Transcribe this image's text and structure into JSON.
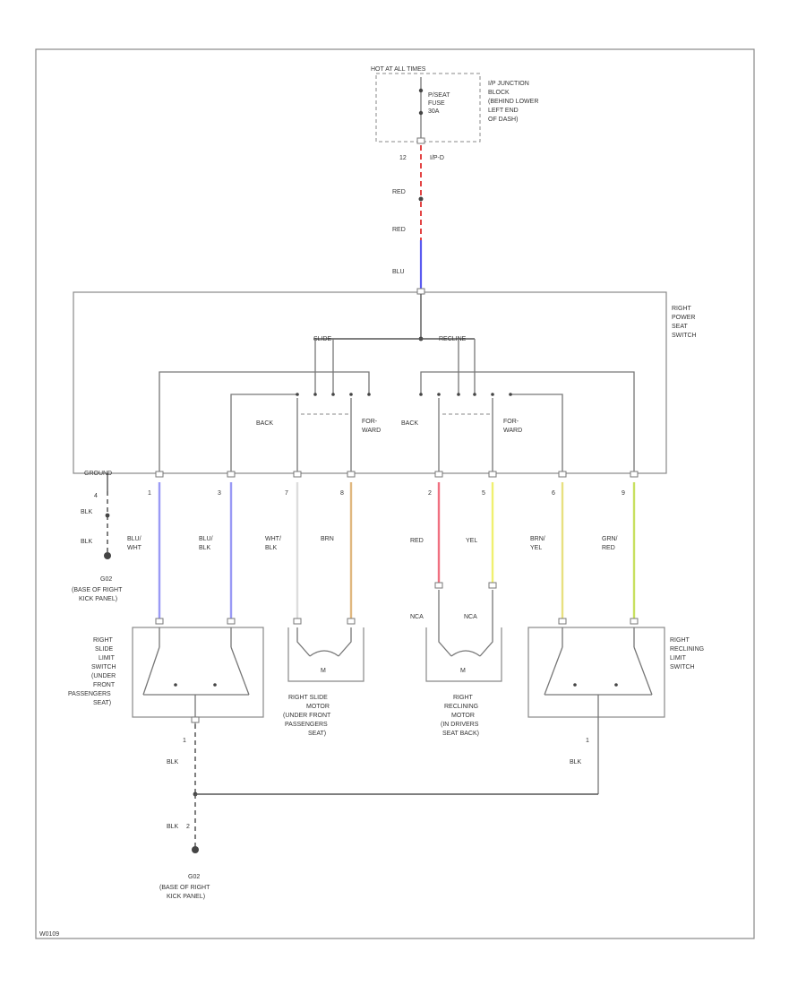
{
  "diagram": {
    "code": "W0109",
    "hot_at_all_times": "HOT AT ALL TIMES",
    "junction_block": [
      "I/P JUNCTION",
      "BLOCK",
      "(BEHIND LOWER",
      "LEFT END",
      "OF DASH)"
    ],
    "fuse": [
      "P/SEAT",
      "FUSE",
      "30A"
    ],
    "connector_pin": "12",
    "connector_name": "I/P-D",
    "power_seat_switch": [
      "RIGHT",
      "POWER",
      "SEAT",
      "SWITCH"
    ],
    "switch_sections": {
      "slide": "SLIDE",
      "recline": "RECLINE"
    },
    "switch_positions": {
      "back": "BACK",
      "forward": [
        "FOR-",
        "WARD"
      ]
    },
    "ground_label": "GROUND",
    "ground_points": [
      {
        "id": "G02",
        "location": [
          "(BASE OF RIGHT",
          "KICK PANEL)"
        ]
      },
      {
        "id": "G02",
        "location": [
          "(BASE OF RIGHT",
          "KICK PANEL)"
        ]
      }
    ],
    "motor_symbol": "M",
    "nca": "NCA",
    "components": {
      "slide_limit_switch": [
        "RIGHT",
        "SLIDE",
        "LIMIT",
        "SWITCH",
        "(UNDER",
        "FRONT",
        "PASSENGERS",
        "SEAT)"
      ],
      "slide_motor": [
        "RIGHT SLIDE",
        "MOTOR",
        "(UNDER FRONT",
        "PASSENGERS",
        "SEAT)"
      ],
      "reclining_motor": [
        "RIGHT",
        "RECLINING",
        "MOTOR",
        "(IN DRIVERS",
        "SEAT BACK)"
      ],
      "reclining_limit_switch": [
        "RIGHT",
        "RECLINING",
        "LIMIT",
        "SWITCH"
      ]
    },
    "wires": {
      "feed": [
        {
          "color": "RED",
          "hex": "#e03030"
        },
        {
          "color": "RED",
          "hex": "#e03030"
        },
        {
          "color": "BLU",
          "hex": "#5a5af0"
        }
      ],
      "ground_wire": {
        "pin": "4",
        "color": "BLK",
        "color2": "BLK"
      },
      "harness": [
        {
          "pin": "1",
          "color": [
            "BLU/",
            "WHT"
          ],
          "hex": "#9a9af5"
        },
        {
          "pin": "3",
          "color": [
            "BLU/",
            "BLK"
          ],
          "hex": "#9a9af5"
        },
        {
          "pin": "7",
          "color": [
            "WHT/",
            "BLK"
          ],
          "hex": "#dddddd"
        },
        {
          "pin": "8",
          "color": [
            "BRN"
          ],
          "hex": "#e0b880"
        },
        {
          "pin": "2",
          "color": [
            "RED"
          ],
          "hex": "#f07080"
        },
        {
          "pin": "5",
          "color": [
            "YEL"
          ],
          "hex": "#f0f070"
        },
        {
          "pin": "6",
          "color": [
            "BRN/",
            "YEL"
          ],
          "hex": "#e8e080"
        },
        {
          "pin": "9",
          "color": [
            "GRN/",
            "RED"
          ],
          "hex": "#c8e060"
        }
      ],
      "limit_ground_left": {
        "pin": "1",
        "color": "BLK"
      },
      "limit_ground_right": {
        "pin": "1",
        "color": "BLK"
      },
      "main_ground": {
        "color": "BLK",
        "splice": "2"
      }
    }
  }
}
